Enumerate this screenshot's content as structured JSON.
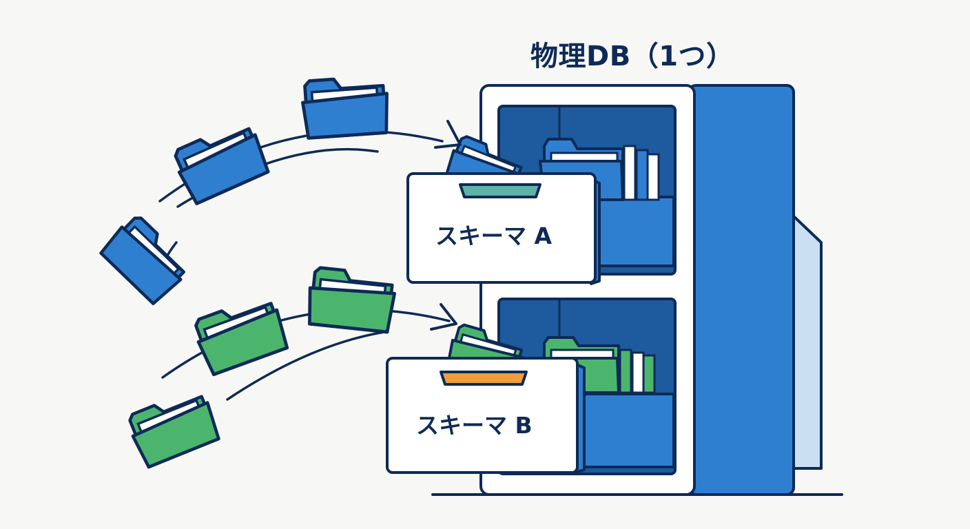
{
  "title": "物理DB（1つ）",
  "drawers": [
    {
      "label": "スキーマ A",
      "handle_color": "#5fb3a6",
      "folder_color": "#2f7fd1"
    },
    {
      "label": "スキーマ B",
      "handle_color": "#f29d3c",
      "folder_color": "#4cb56d"
    }
  ],
  "colors": {
    "outline": "#0e2a57",
    "cabinet_blue": "#2f7fd1",
    "cabinet_dark": "#1d5a9e",
    "cabinet_light": "#c9dff2",
    "folder_blue": "#2f7fd1",
    "folder_green": "#4cb56d",
    "background": "#f7f8f5"
  },
  "icons": [
    "folder-icon",
    "arrow-icon",
    "file-cabinet-icon"
  ]
}
